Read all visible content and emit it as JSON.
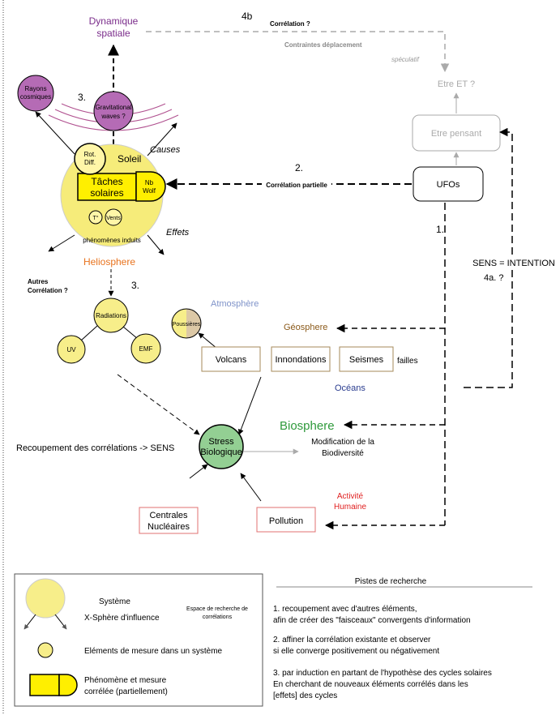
{
  "nodes": {
    "dynamique": {
      "line1": "Dynamique",
      "line2": "spatiale",
      "color": "#7b2d8b"
    },
    "rayons": {
      "line1": "Rayons",
      "line2": "cosmiques",
      "fill": "#b56bb5"
    },
    "gravitational": {
      "line1": "Gravitational",
      "line2": "waves ?",
      "fill": "#b56bb5"
    },
    "label_3_top": "3.",
    "soleil": "Soleil",
    "rot": {
      "line1": "Rot.",
      "line2": "Diff."
    },
    "taches": {
      "line1": "Tâches",
      "line2": "solaires"
    },
    "nbwolf": {
      "line1": "Nb",
      "line2": "Wolf"
    },
    "temp": "T°",
    "vents": "Vents",
    "phenomenes": "phénomènes induits",
    "causes": "Causes",
    "effets": "Effets",
    "heliosphere": {
      "text": "Heliosphere",
      "color": "#e8731e"
    },
    "autres": {
      "line1": "Autres",
      "line2": "Corrélation ?"
    },
    "label_3_mid": "3.",
    "radiations": "Radiations",
    "uv": "UV",
    "emf": "EMF",
    "poussieres": "Poussières",
    "atmosphere": {
      "text": "Atmosphère",
      "color": "#7f93c9"
    },
    "geosphere": {
      "text": "Géosphere",
      "color": "#8b5a1a"
    },
    "volcans": "Volcans",
    "innondations": "Innondations",
    "seismes": "Seismes",
    "failles": "failles",
    "oceans": {
      "text": "Océans",
      "color": "#2a3c8f"
    },
    "biosphere": {
      "text": "Biosphere",
      "color": "#2f9a3c"
    },
    "stress": {
      "line1": "Stress",
      "line2": "Biologique"
    },
    "recoupement": "Recoupement des corrélations -> SENS",
    "modification": {
      "line1": "Modification de la",
      "line2": "Biodiversité"
    },
    "activite": {
      "line1": "Activité",
      "line2": "Humaine",
      "color": "#e02020"
    },
    "centrales": {
      "line1": "Centrales",
      "line2": "Nucléaires"
    },
    "pollution": "Pollution",
    "ufos": "UFOs",
    "etre_pensant": "Etre pensant",
    "etre_et": "Etre ET ?",
    "label_4b": "4b",
    "correlation_q": "Corrélation ?",
    "contraintes": "Contraintes déplacement",
    "speculatif": "spéculatif",
    "label_2": "2.",
    "correlation_partielle": "Corrélation partielle",
    "label_1": "1.",
    "sens": "SENS = INTENTION",
    "label_4a": "4a. ?"
  },
  "legend": {
    "systeme": "Système",
    "xsphere": "X-Sphère d'influence",
    "elements": "Eléments de mesure dans un système",
    "phenomene": {
      "line1": "Phénomène et mesure",
      "line2": "corrélée (partiellement)"
    },
    "espace": {
      "line1": "Espace de recherche de",
      "line2": "corrélations"
    }
  },
  "pistes": {
    "title": "Pistes de recherche",
    "p1": {
      "line1": "1. recoupement avec d'autres éléments,",
      "line2": "afin de créer des \"faisceaux\" convergents d'information"
    },
    "p2": {
      "line1": "2. affiner la corrélation existante et observer",
      "line2": "si elle converge positivement ou négativement"
    },
    "p3": {
      "line1": "3. par induction en partant de l'hypothèse des cycles solaires",
      "line2": "En cherchant de nouveaux éléments corrélés dans les",
      "line3": "[effets] des cycles"
    }
  },
  "colors": {
    "yellow": "#f7ee8a",
    "sun": "#f6ec7a",
    "tache_fill": "#ffef00",
    "green": "#93cf93",
    "grey": "#aaaaaa",
    "tan": "#a58a5a",
    "red_box": "#e07070"
  }
}
